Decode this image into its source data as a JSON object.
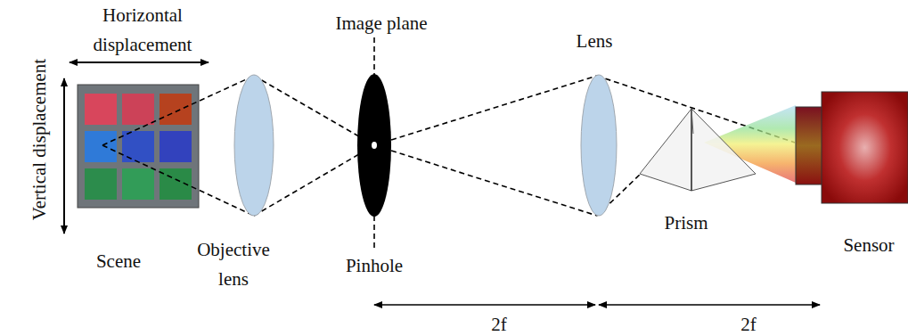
{
  "diagram": {
    "labels": [
      "Horizontal displacement",
      "Vertical displacement",
      "Scene",
      "Objective lens",
      "Image plane",
      "Pinhole",
      "Lens",
      "Prism",
      "Sensor",
      "2f",
      "2f"
    ]
  }
}
